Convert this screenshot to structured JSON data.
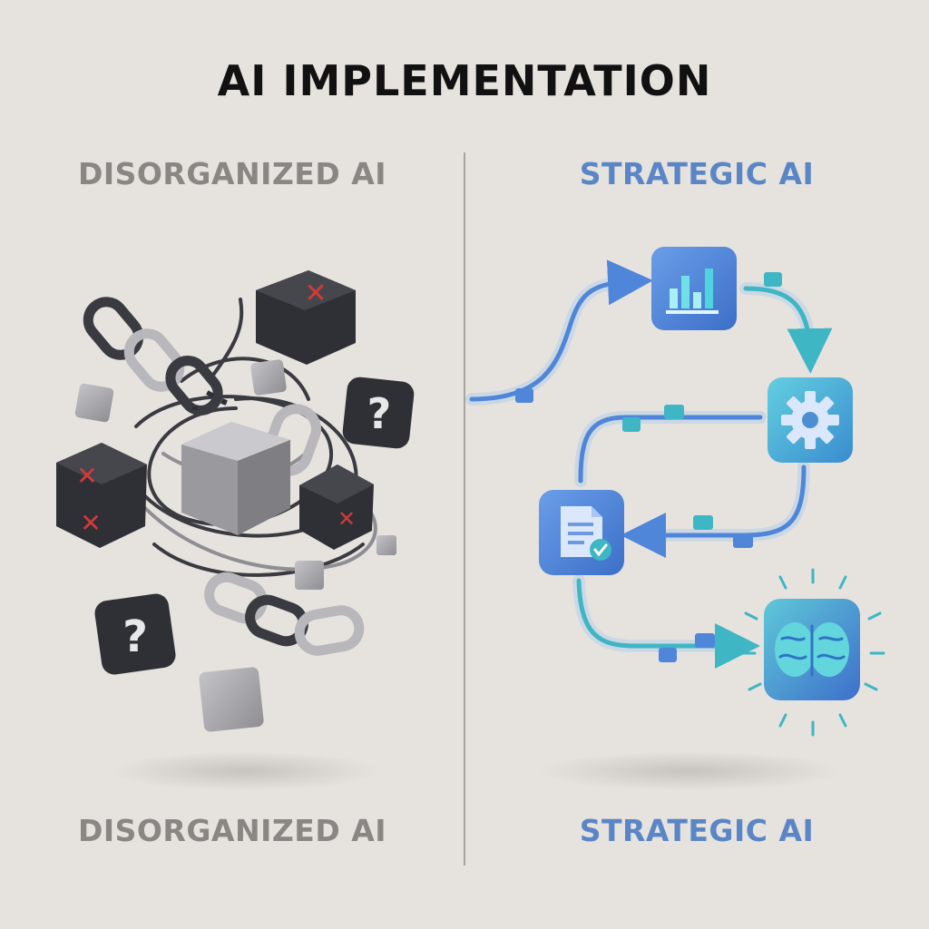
{
  "title": "AI IMPLEMENTATION",
  "left": {
    "heading_top": "DISORGANIZED AI",
    "heading_bottom": "DISORGANIZED AI"
  },
  "right": {
    "heading_top": "STRATEGIC AI",
    "heading_bottom": "STRATEGIC AI"
  },
  "colors": {
    "background": "#e6e3df",
    "left_text": "#8a8683",
    "right_text": "#5b86c6",
    "dark_cube": "#2f3035",
    "grey_cube": "#a9a9ad",
    "x_mark": "#d23a3a",
    "flow_blue": "#4f86d9",
    "flow_teal": "#3fb6c4"
  },
  "icons": {
    "x_marks": "x-mark-icon",
    "question_marks": "question-mark-icon",
    "chart": "bar-chart-icon",
    "gear": "gear-icon",
    "document": "document-check-icon",
    "brain": "brain-icon"
  },
  "glyphs": {
    "x_mark": "✕",
    "question_mark": "?"
  }
}
